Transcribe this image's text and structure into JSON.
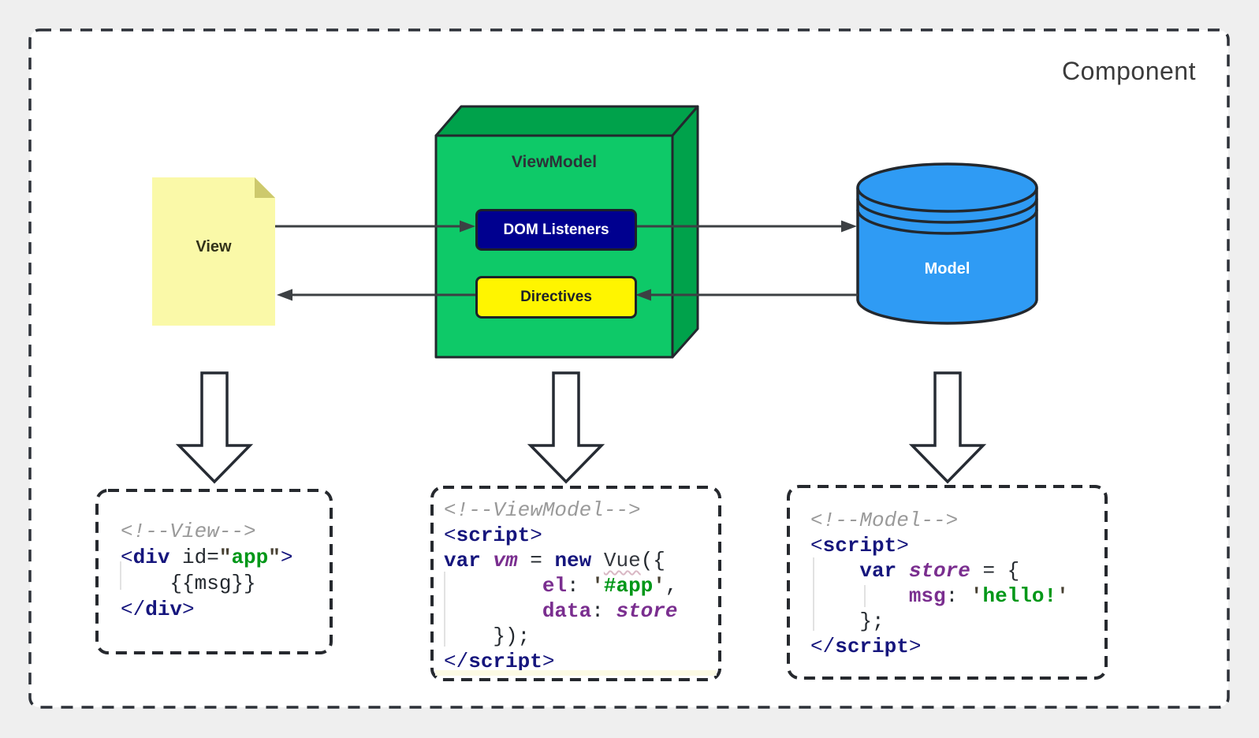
{
  "diagram": {
    "component_label": "Component",
    "view_label": "View",
    "viewmodel_label": "ViewModel",
    "dom_listeners_label": "DOM Listeners",
    "directives_label": "Directives",
    "model_label": "Model"
  },
  "colors": {
    "page_bg": "#efefef",
    "canvas_bg": "#ffffff",
    "dash_border": "#2d3138",
    "note_fill": "#faf9a8",
    "note_fold": "#cdc96d",
    "cube_front": "#0ec968",
    "cube_side": "#00a24b",
    "dom_listeners_fill": "#00008f",
    "directives_fill": "#fff500",
    "cylinder_fill": "#2f9bf4",
    "arrow_stroke": "#3c4043",
    "code_comment": "#9a9a9a",
    "code_tag": "#16167d",
    "code_property": "#7a2e8f",
    "code_string": "#009718",
    "code_plain": "#24292f"
  },
  "code_boxes": [
    {
      "name": "view-code",
      "target": "code-view",
      "lines": [
        [
          {
            "t": "<!--View-->",
            "s": "comment"
          }
        ],
        [
          {
            "t": "<",
            "s": "tb"
          },
          {
            "t": "div",
            "s": "tn"
          },
          {
            "t": " id=",
            "s": "plain"
          },
          {
            "t": "\"",
            "s": "q"
          },
          {
            "t": "app",
            "s": "string"
          },
          {
            "t": "\"",
            "s": "q"
          },
          {
            "t": ">",
            "s": "tb"
          }
        ],
        [
          {
            "t": "    {{msg}}",
            "s": "plain"
          }
        ],
        [
          {
            "t": "</",
            "s": "tb"
          },
          {
            "t": "div",
            "s": "tn"
          },
          {
            "t": ">",
            "s": "tb"
          }
        ]
      ]
    },
    {
      "name": "viewmodel-code",
      "target": "code-viewmodel",
      "lines": [
        [
          {
            "t": "<!--ViewModel-->",
            "s": "comment"
          }
        ],
        [
          {
            "t": "<",
            "s": "tb"
          },
          {
            "t": "script",
            "s": "tn"
          },
          {
            "t": ">",
            "s": "tb"
          }
        ],
        [
          {
            "t": "var",
            "s": "kw"
          },
          {
            "t": " ",
            "s": "plain"
          },
          {
            "t": "vm",
            "s": "var"
          },
          {
            "t": " = ",
            "s": "plain"
          },
          {
            "t": "new",
            "s": "kw"
          },
          {
            "t": " ",
            "s": "plain"
          },
          {
            "t": "Vue",
            "s": "spell"
          },
          {
            "t": "({",
            "s": "plain"
          }
        ],
        [
          {
            "t": "        ",
            "s": "plain"
          },
          {
            "t": "el",
            "s": "key"
          },
          {
            "t": ": ",
            "s": "plain"
          },
          {
            "t": "'",
            "s": "q"
          },
          {
            "t": "#app",
            "s": "string"
          },
          {
            "t": "'",
            "s": "q"
          },
          {
            "t": ",",
            "s": "plain"
          }
        ],
        [
          {
            "t": "        ",
            "s": "plain"
          },
          {
            "t": "data",
            "s": "key"
          },
          {
            "t": ": ",
            "s": "plain"
          },
          {
            "t": "store",
            "s": "var"
          }
        ],
        [
          {
            "t": "    });",
            "s": "plain"
          }
        ],
        [
          {
            "t": "</",
            "s": "tb"
          },
          {
            "t": "script",
            "s": "tn"
          },
          {
            "t": ">",
            "s": "tb"
          }
        ]
      ]
    },
    {
      "name": "model-code",
      "target": "code-model",
      "lines": [
        [
          {
            "t": "<!--Model-->",
            "s": "comment"
          }
        ],
        [
          {
            "t": "<",
            "s": "tb"
          },
          {
            "t": "script",
            "s": "tn"
          },
          {
            "t": ">",
            "s": "tb"
          }
        ],
        [
          {
            "t": "    ",
            "s": "plain"
          },
          {
            "t": "var",
            "s": "kw"
          },
          {
            "t": " ",
            "s": "plain"
          },
          {
            "t": "store",
            "s": "var"
          },
          {
            "t": " = {",
            "s": "plain"
          }
        ],
        [
          {
            "t": "        ",
            "s": "plain"
          },
          {
            "t": "msg",
            "s": "key"
          },
          {
            "t": ": ",
            "s": "plain"
          },
          {
            "t": "'",
            "s": "q"
          },
          {
            "t": "hello!",
            "s": "string"
          },
          {
            "t": "'",
            "s": "q"
          }
        ],
        [
          {
            "t": "    };",
            "s": "plain"
          }
        ],
        [
          {
            "t": "</",
            "s": "tb"
          },
          {
            "t": "script",
            "s": "tn"
          },
          {
            "t": ">",
            "s": "tb"
          }
        ]
      ]
    }
  ]
}
